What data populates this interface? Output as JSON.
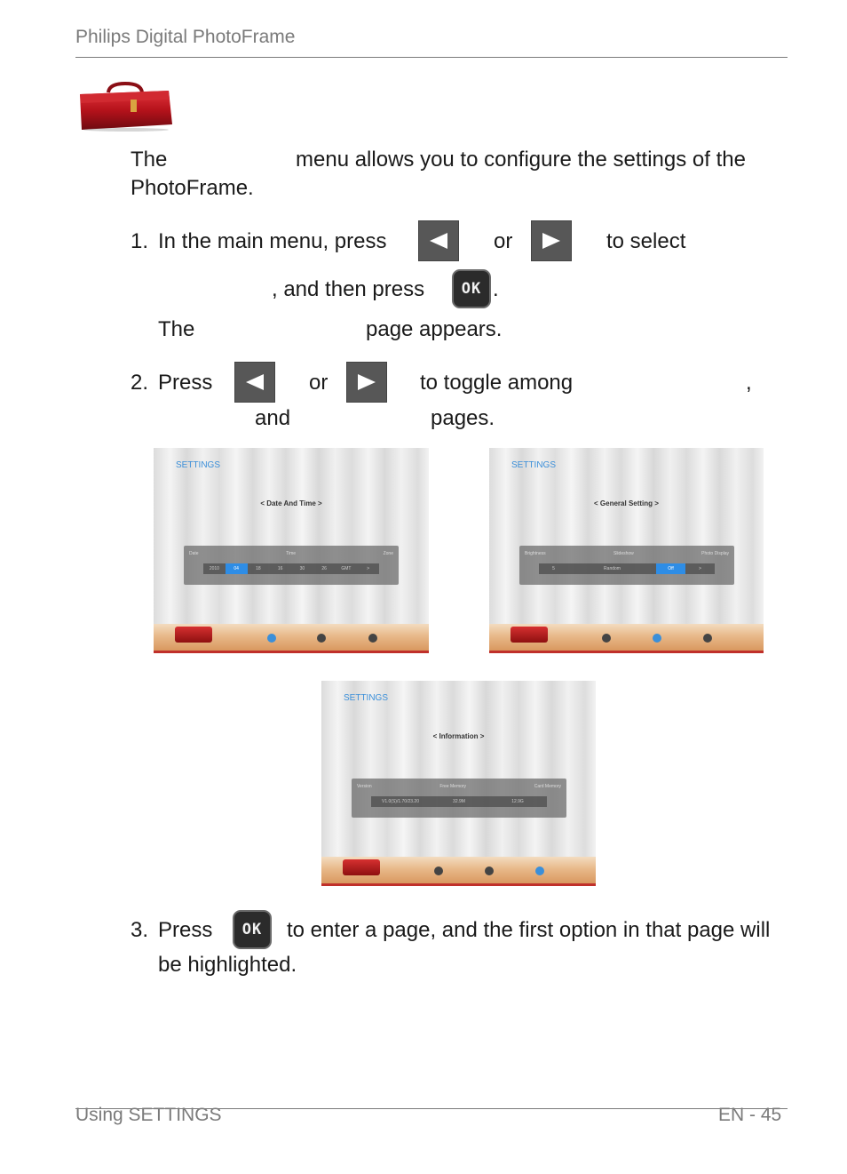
{
  "header": {
    "title": "Philips Digital PhotoFrame"
  },
  "footer": {
    "left": "Using SETTINGS",
    "right": "EN - 45"
  },
  "intro": {
    "line1_a": "The",
    "line1_b": "menu allows you to configure the settings of the",
    "line2": "PhotoFrame."
  },
  "step1": {
    "number": "1.",
    "a": "In the main menu, press",
    "or": "or",
    "b": "to select",
    "c": ", and then press",
    "period": ".",
    "d": "The",
    "e": "page appears."
  },
  "step2": {
    "number": "2.",
    "a": "Press",
    "or": "or",
    "b": "to toggle among",
    "comma": ",",
    "and": "and",
    "pages": "pages."
  },
  "step3": {
    "number": "3.",
    "a": "Press",
    "b": "to enter a page, and the first option in that page will",
    "c": "be highlighted."
  },
  "buttons": {
    "ok_label": "OK"
  },
  "icons": {
    "left_arrow": "left-arrow-icon",
    "right_arrow": "right-arrow-icon",
    "toolbox": "toolbox-icon"
  },
  "screenshots": [
    {
      "title": "SETTINGS",
      "nav": "<   Date And Time   >",
      "labels": [
        "Date",
        "Time",
        "Zone"
      ],
      "row": [
        "2010",
        "04",
        "18",
        "16",
        "30",
        "26",
        "GMT",
        ">"
      ],
      "highlight_index": 1
    },
    {
      "title": "SETTINGS",
      "nav": "<   General Setting   >",
      "labels": [
        "Brightness",
        "Slideshow",
        "Photo Display"
      ],
      "row": [
        "5",
        "",
        "Random",
        "",
        "Off",
        ">"
      ],
      "highlight_index": 4
    },
    {
      "title": "SETTINGS",
      "nav": "<   Information   >",
      "labels": [
        "Version",
        "Free Memory",
        "Card Memory"
      ],
      "row": [
        "V1.0(S)/1.70/23.20",
        "32.9M",
        "12.9G"
      ],
      "highlight_index": -1
    }
  ],
  "colors": {
    "accent": "#3b8fd9",
    "text": "#1a1a1a",
    "rule": "#7a7a7a",
    "button_dark": "#575757",
    "toolbox_red": "#b5121b"
  }
}
